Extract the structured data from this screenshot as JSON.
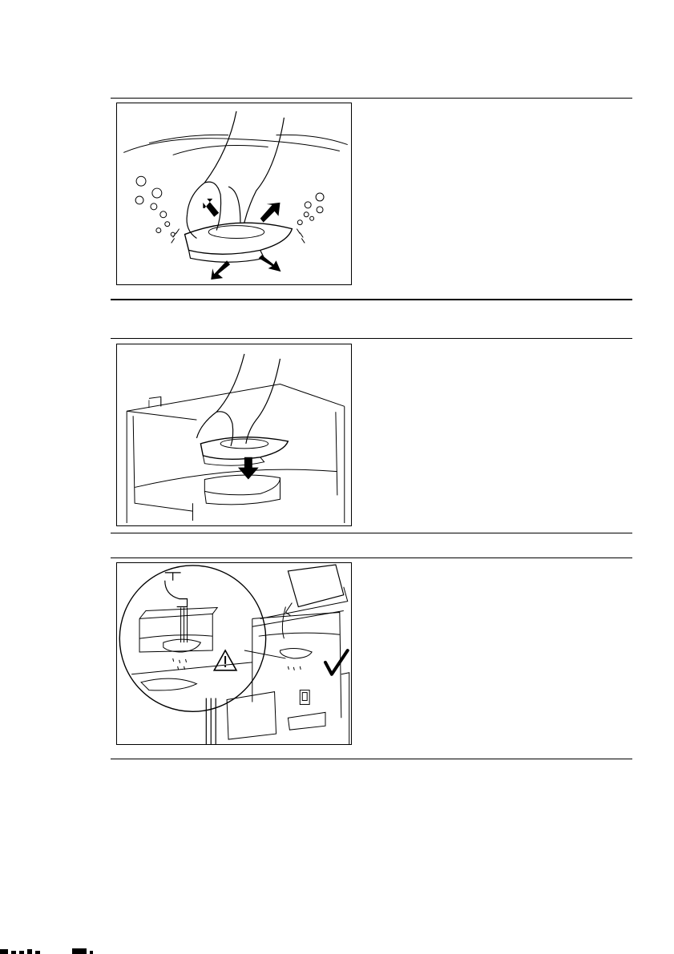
{
  "page": {
    "sections": [
      {
        "id": "soak-filter",
        "icon": "hand-shaking-filter-under-water-icon",
        "text": ""
      },
      {
        "id": "insert-filter",
        "icon": "hand-inserting-filter-into-tank-icon",
        "text": ""
      },
      {
        "id": "refill-tank",
        "icon": "refill-water-tank-icon",
        "text": ""
      }
    ],
    "colors": {
      "line": "#000000",
      "background": "#ffffff"
    }
  }
}
